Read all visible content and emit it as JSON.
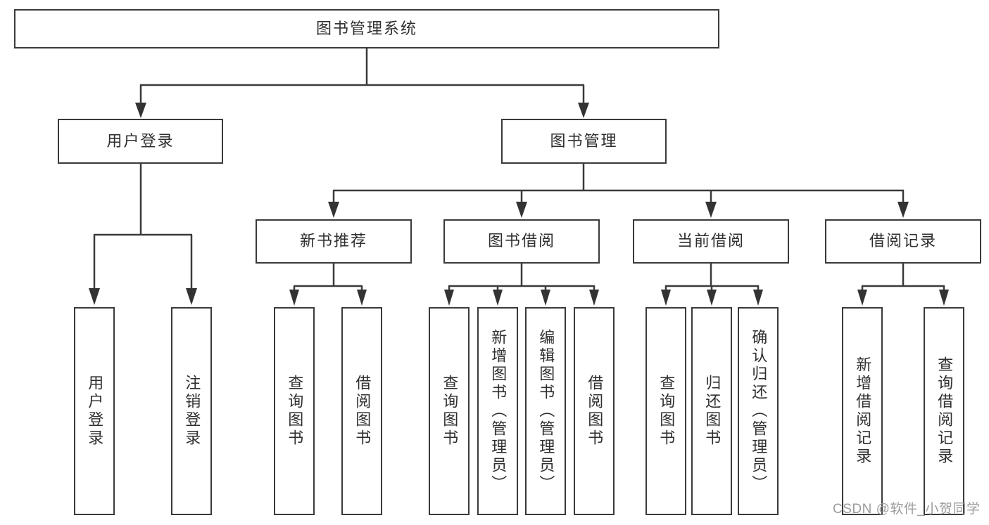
{
  "tree": {
    "root": {
      "label": "图书管理系统"
    },
    "branches": [
      {
        "label": "用户登录",
        "children": [
          {
            "label": "用户登录"
          },
          {
            "label": "注销登录"
          }
        ]
      },
      {
        "label": "图书管理",
        "children": [
          {
            "label": "新书推荐",
            "children": [
              {
                "label": "查询图书"
              },
              {
                "label": "借阅图书"
              }
            ]
          },
          {
            "label": "图书借阅",
            "children": [
              {
                "label": "查询图书"
              },
              {
                "label": "新增图书（管理员）"
              },
              {
                "label": "编辑图书（管理员）"
              },
              {
                "label": "借阅图书"
              }
            ]
          },
          {
            "label": "当前借阅",
            "children": [
              {
                "label": "查询图书"
              },
              {
                "label": "归还图书"
              },
              {
                "label": "确认归还（管理员）"
              }
            ]
          },
          {
            "label": "借阅记录",
            "children": [
              {
                "label": "新增借阅记录"
              },
              {
                "label": "查询借阅记录"
              }
            ]
          }
        ]
      }
    ]
  },
  "watermark": {
    "text": "CSDN @软件_小贺同学"
  },
  "colors": {
    "line": "#3a3a3a",
    "box_border": "#3a3a3a",
    "text": "#2f2f2f",
    "watermark": "#9c9c9c",
    "background": "#ffffff"
  }
}
